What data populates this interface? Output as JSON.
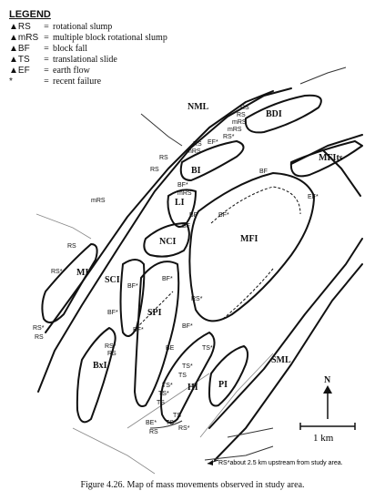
{
  "legend": {
    "title": "LEGEND",
    "items": [
      {
        "code": "▲RS",
        "eq": "=",
        "desc": "rotational slump"
      },
      {
        "code": "▲mRS",
        "eq": "=",
        "desc": "multiple block rotational slump"
      },
      {
        "code": "▲BF",
        "eq": "=",
        "desc": "block fall"
      },
      {
        "code": "▲TS",
        "eq": "=",
        "desc": "translational slide"
      },
      {
        "code": "▲EF",
        "eq": "=",
        "desc": "earth flow"
      },
      {
        "code": "*",
        "eq": "=",
        "desc": "recent failure"
      }
    ]
  },
  "areas": {
    "nml": "NML",
    "bdi": "BDI",
    "mfits": "MFIts",
    "bi": "BI",
    "li": "LI",
    "nci": "NCI",
    "mfi": "MFI",
    "mi": "MI",
    "sci": "SCI",
    "spi": "SPI",
    "bxi": "BxI",
    "hi": "HI",
    "pi": "PI",
    "sml": "SML"
  },
  "failures": {
    "rs": "RS",
    "rs_star": "RS*",
    "mrs": "mRS",
    "mrs_star": "mRS*",
    "bf": "BF",
    "bf_star": "BF*",
    "ts": "TS",
    "ts_star": "TS*",
    "ef_star": "EF*",
    "be": "BE",
    "be_star": "BE*"
  },
  "scale": {
    "north": "N",
    "bar_label": "1 km"
  },
  "note": "RS*about 2.5 km upstream from study area.",
  "caption": "Figure 4.26. Map of mass movements observed in study area."
}
